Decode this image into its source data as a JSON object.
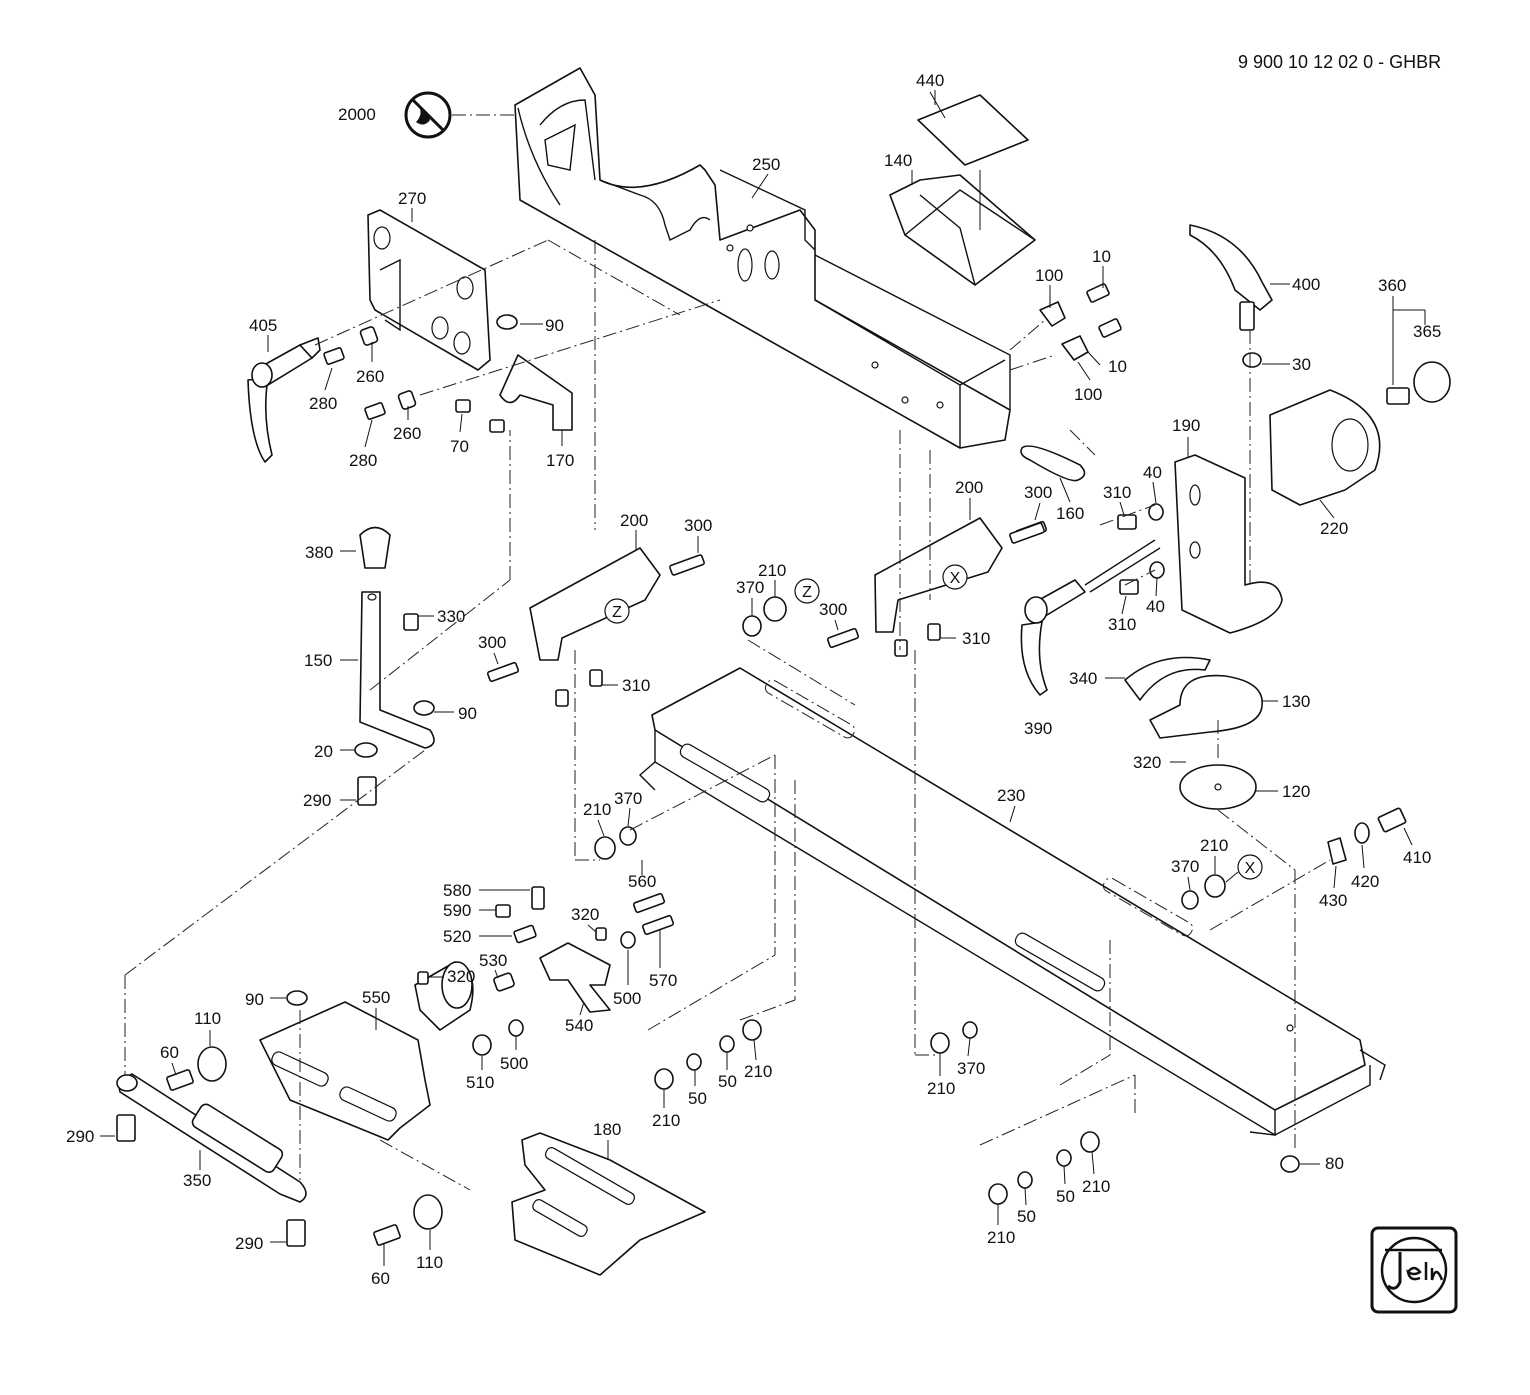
{
  "document": {
    "number": "9 900 10 12 02 0 - GHBR"
  },
  "logo": {
    "brand": "fein",
    "icon": "fein-logo-icon"
  },
  "symbols": {
    "no_lubricant": "no-grease-symbol-icon",
    "marker_x": "X",
    "marker_z": "Z"
  },
  "callouts": {
    "c2000": "2000",
    "c440": "440",
    "c140": "140",
    "c250": "250",
    "c270": "270",
    "c10a": "10",
    "c10b": "10",
    "c100a": "100",
    "c100b": "100",
    "c400": "400",
    "c360": "360",
    "c365": "365",
    "c30": "30",
    "c405": "405",
    "c90a": "90",
    "c260a": "260",
    "c260b": "260",
    "c280a": "280",
    "c280b": "280",
    "c70": "70",
    "c170": "170",
    "c190": "190",
    "c40a": "40",
    "c40b": "40",
    "c310a": "310",
    "c310b": "310",
    "c310c": "310",
    "c310d": "310",
    "c220": "220",
    "c160": "160",
    "c300a": "300",
    "c300b": "300",
    "c300c": "300",
    "c300d": "300",
    "c200a": "200",
    "c200b": "200",
    "c380": "380",
    "c330": "330",
    "c150": "150",
    "c90b": "90",
    "c20": "20",
    "c290a": "290",
    "c210a": "210",
    "c370a": "370",
    "c340": "340",
    "c130": "130",
    "c390": "390",
    "c320a": "320",
    "c120": "120",
    "c230": "230",
    "c210b": "210",
    "c370b": "370",
    "c210c": "210",
    "c370c": "370",
    "c410": "410",
    "c420": "420",
    "c430": "430",
    "c560": "560",
    "c580": "580",
    "c590": "590",
    "c520": "520",
    "c320b": "320",
    "c570": "570",
    "c530": "530",
    "c320c": "320",
    "c500a": "500",
    "c500b": "500",
    "c540": "540",
    "c510": "510",
    "c90c": "90",
    "c550": "550",
    "c110a": "110",
    "c60a": "60",
    "c290b": "290",
    "c350": "350",
    "c290c": "290",
    "c60b": "60",
    "c110b": "110",
    "c180": "180",
    "c210d": "210",
    "c50a": "50",
    "c50b": "50",
    "c210e": "210",
    "c210f": "210",
    "c370d": "370",
    "c80": "80",
    "c210g": "210",
    "c50c": "50",
    "c50d": "50",
    "c210h": "210"
  }
}
